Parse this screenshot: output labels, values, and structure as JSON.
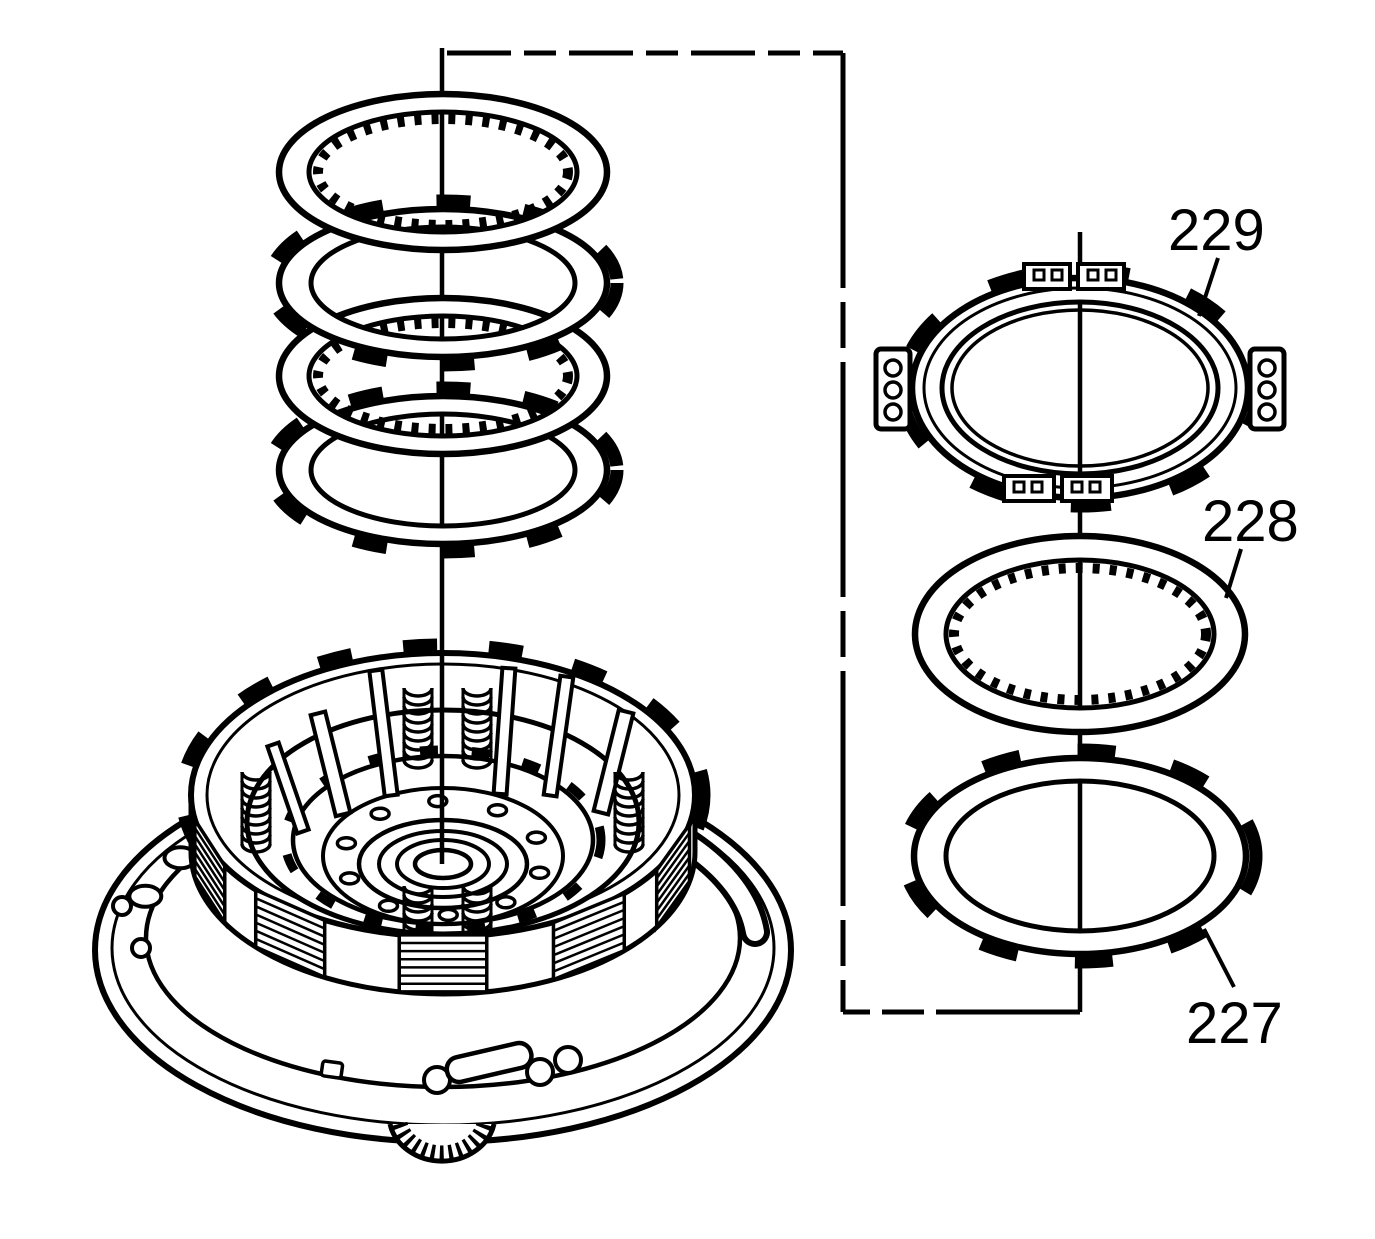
{
  "figure": {
    "background_color": "#ffffff",
    "line_color": "#000000"
  },
  "callouts": [
    {
      "text": "229"
    },
    {
      "text": "228"
    },
    {
      "text": "227"
    }
  ]
}
